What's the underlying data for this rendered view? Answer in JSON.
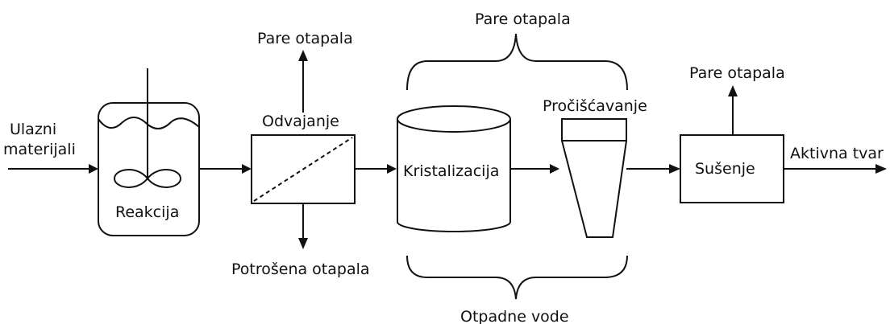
{
  "labels": {
    "input_line1": "Ulazni",
    "input_line2": "materijali",
    "reaction": "Reakcija",
    "separation": "Odvajanje",
    "vapor_top_separation": "Pare otapala",
    "spent_solvents": "Potrošena otapala",
    "vapor_top_crystallization": "Pare otapala",
    "crystallization": "Kristalizacija",
    "purification": "Pročišćavanje",
    "wastewater": "Otpadne vode",
    "vapor_top_drying": "Pare otapala",
    "drying": "Sušenje",
    "output": "Aktivna tvar"
  },
  "colors": {
    "stroke": "#111111",
    "background": "#ffffff"
  }
}
